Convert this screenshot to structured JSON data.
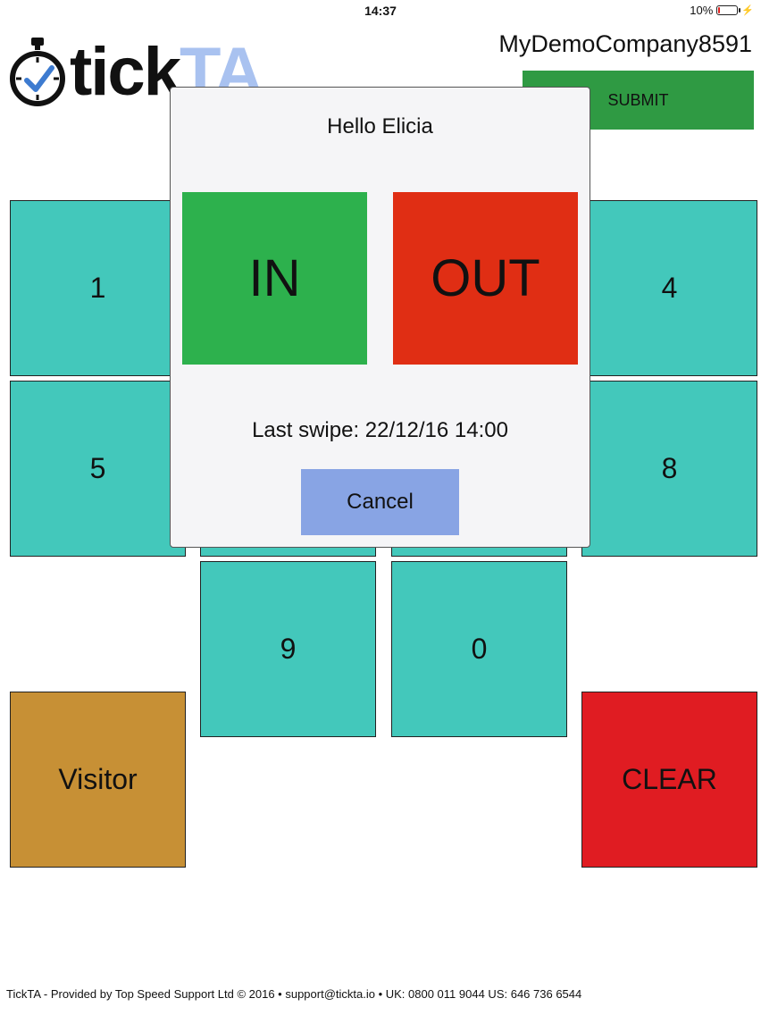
{
  "status_bar": {
    "time": "14:37",
    "battery": "10%",
    "battery_level": 0.1
  },
  "header": {
    "logo_tick": "tick",
    "logo_ta": "TA",
    "company": "MyDemoCompany8591",
    "submit_label": "SUBMIT"
  },
  "keypad": {
    "keys": [
      "1",
      "4",
      "5",
      "8",
      "9",
      "0"
    ],
    "visitor_label": "Visitor",
    "clear_label": "CLEAR"
  },
  "modal": {
    "greeting": "Hello Elicia",
    "in_label": "IN",
    "out_label": "OUT",
    "last_swipe": "Last swipe: 22/12/16 14:00",
    "cancel_label": "Cancel"
  },
  "footer": {
    "text": "TickTA - Provided by Top Speed Support Ltd © 2016  •   support@tickta.io  •   UK: 0800 011 9044   US: 646 736 6544"
  },
  "colors": {
    "key": "#43c8bb",
    "submit": "#2f9a43",
    "in": "#2db14d",
    "out": "#e02e14",
    "cancel": "#88a4e4",
    "visitor": "#c79035",
    "clear": "#e01c22",
    "logo_accent": "#a9c2f0"
  }
}
